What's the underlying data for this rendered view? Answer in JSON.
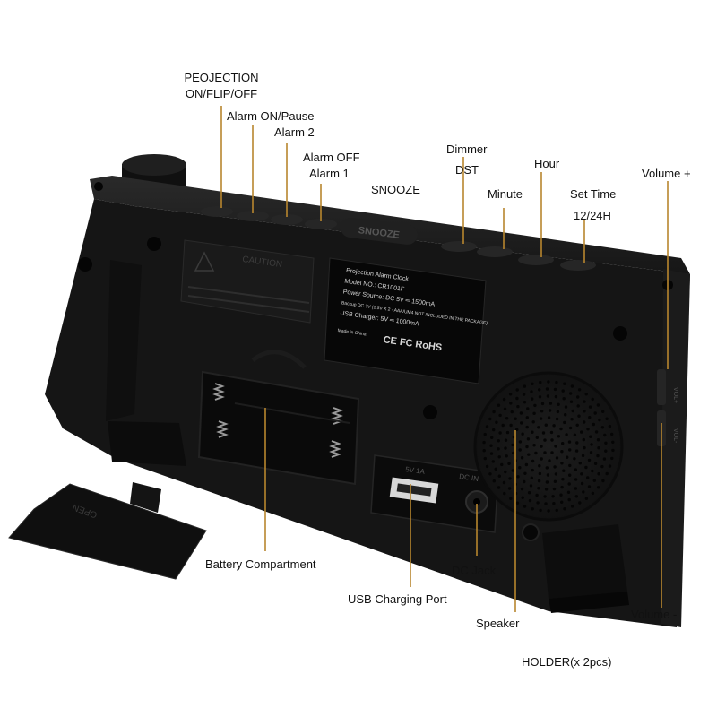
{
  "labels": {
    "projection": [
      "PEOJECTION",
      "ON/FLIP/OFF"
    ],
    "alarm_on_pause": "Alarm ON/Pause",
    "alarm2": "Alarm 2",
    "alarm_off": "Alarm OFF",
    "alarm1": "Alarm 1",
    "snooze": "SNOOZE",
    "dimmer": "Dimmer",
    "dst": "DST",
    "minute": "Minute",
    "hour": "Hour",
    "set_time": "Set Time",
    "twelve_24h": "12/24H",
    "volume_plus": "Volume +",
    "volume_minus": "Volume -",
    "battery_compartment": "Battery Compartment",
    "dc_jack": "DC Jack",
    "usb_port": "USB Charging Port",
    "speaker": "Speaker",
    "holder": "HOLDER(x 2pcs)"
  },
  "device_text": {
    "snooze_button": "SNOOZE",
    "caution": "CAUTION",
    "open": "OPEN",
    "port_5v": "5V 1A",
    "dc_in": "DC IN",
    "vol_plus": "VOL+",
    "vol_minus": "VOL-"
  },
  "sticker": {
    "line1": "Projection Alarm Clock",
    "line2": "Model NO.: CR1001F",
    "line3": "Power Source: DC 5V ═ 1500mA",
    "line4": "Backup DC 3V (1.5V X 2 - AAA/UM4 NOT INCLUDED IN THE PACKAGE)",
    "line5": "USB Charger: 5V ═ 1000mA",
    "made_in": "Made in China",
    "cert": "CE FC RoHS"
  },
  "colors": {
    "body": "#141414",
    "leader": "#b8862e",
    "sticker": "#0a0a0a"
  }
}
